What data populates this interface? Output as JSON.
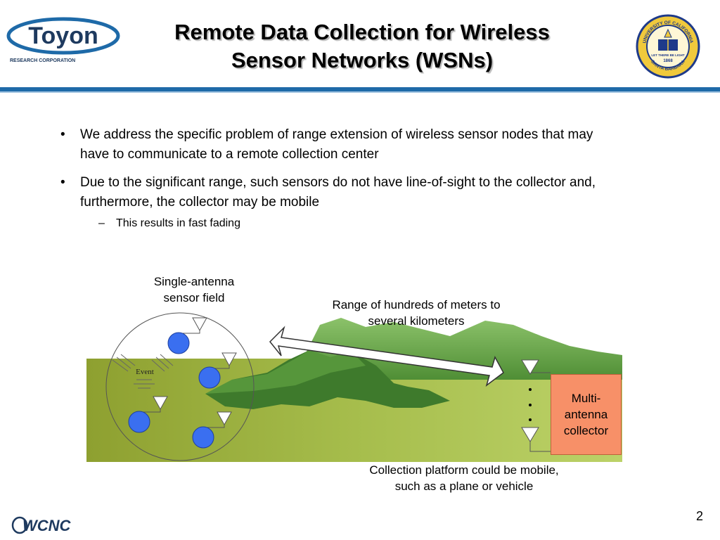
{
  "header": {
    "title_line1": "Remote Data Collection for Wireless",
    "title_line2": "Sensor Networks (WSNs)",
    "logo_left": {
      "name": "Toyon",
      "subtitle": "RESEARCH CORPORATION"
    },
    "logo_right": {
      "name": "UC Santa Barbara seal",
      "text_top": "UNIVERSITY OF CALIFORNIA",
      "text_bottom": "SANTA BARBARA",
      "year": "1868",
      "motto": "LET THERE BE LIGHT"
    }
  },
  "bullets": [
    {
      "marker": "•",
      "text": "We address the specific problem of range extension of wireless sensor nodes that may have to communicate to a remote collection center"
    },
    {
      "marker": "•",
      "text": "Due to the significant range, such sensors do not have line-of-sight to the collector and, furthermore, the collector may be mobile"
    }
  ],
  "sub_bullet": {
    "marker": "–",
    "text": "This results in fast fading"
  },
  "diagram": {
    "sensor_field_label": [
      "Single-antenna",
      "sensor field"
    ],
    "range_label": [
      "Range of hundreds of meters to",
      "several kilometers"
    ],
    "event_label": "Event",
    "collector_label": [
      "Multi-",
      "antenna",
      "collector"
    ],
    "platform_label": [
      "Collection platform could be mobile,",
      "such as a plane or vehicle"
    ],
    "colors": {
      "node": "#3a6ff0",
      "ground": "#a3b84a",
      "hill": "#5a9a3a",
      "collector": "#f79068"
    }
  },
  "footer": {
    "logo": "WCNC",
    "page_number": "2"
  }
}
